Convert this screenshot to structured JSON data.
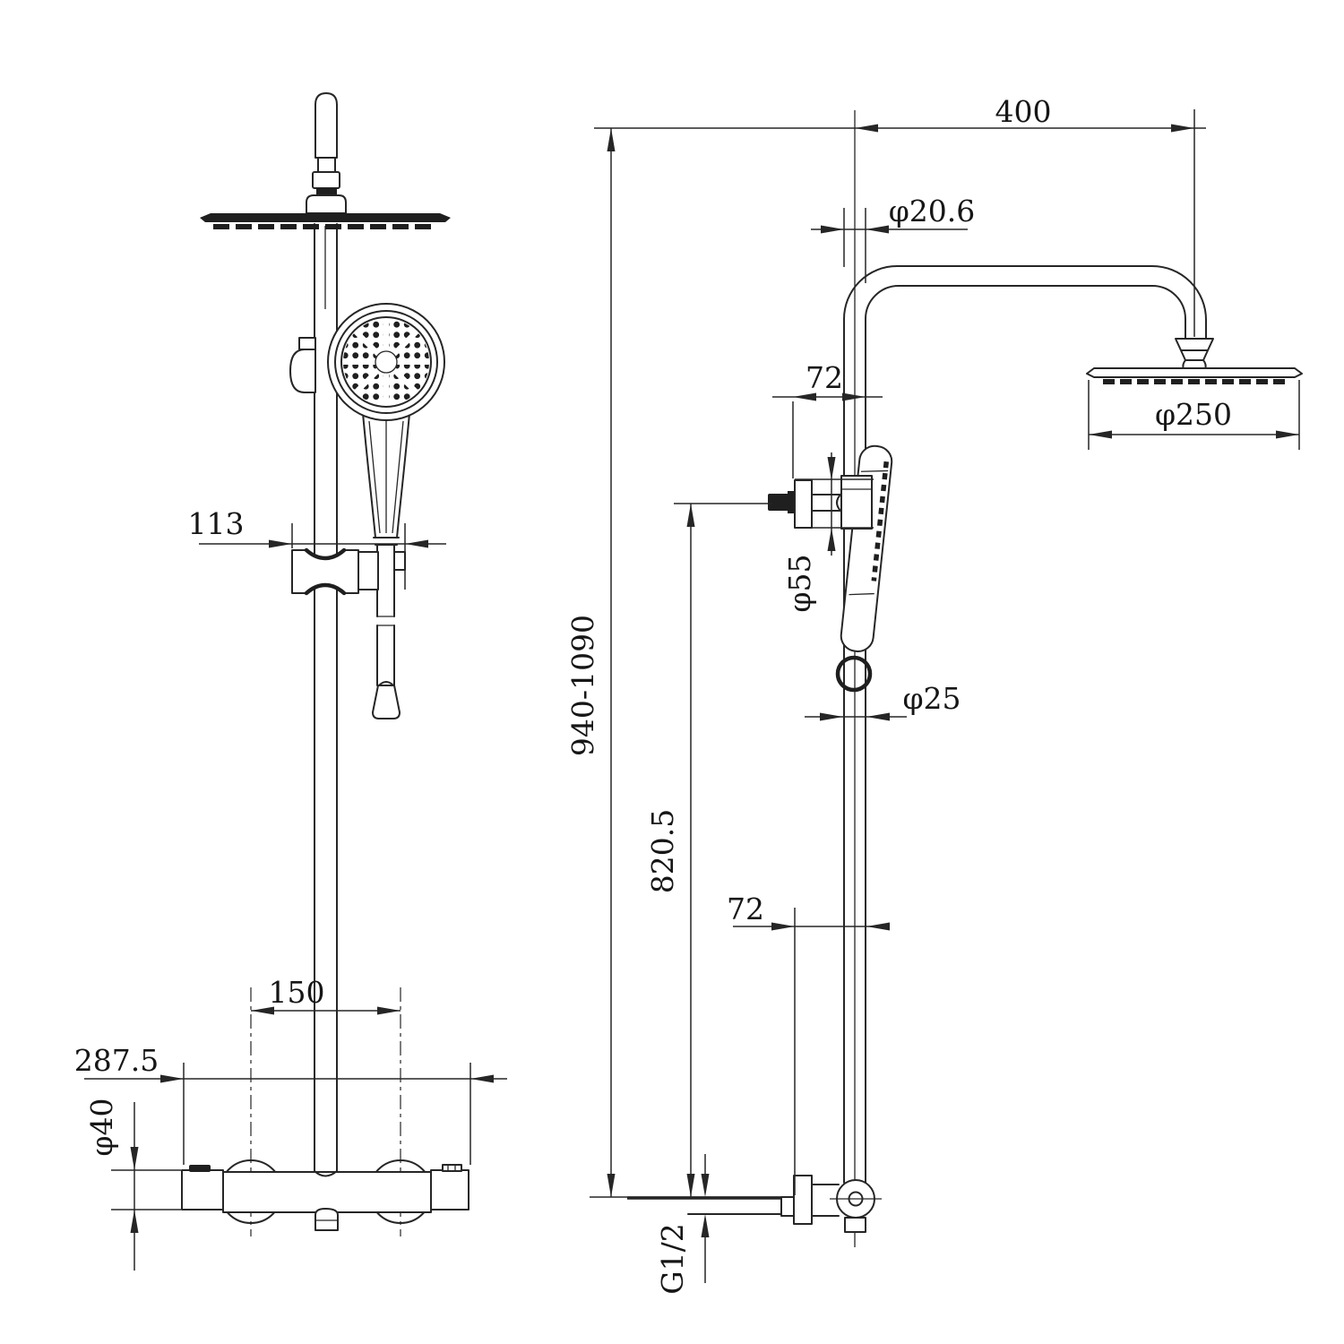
{
  "canvas": {
    "background": "#ffffff",
    "line_color": "#262626",
    "units_implied": "mm"
  },
  "dimensions": {
    "arm_length": {
      "label": "400"
    },
    "upper_pipe_diameter": {
      "label": "φ20.6"
    },
    "wall_offset_top": {
      "label": "72"
    },
    "rain_head_diameter": {
      "label": "φ250"
    },
    "bracket_flange_diameter": {
      "label": "φ55"
    },
    "riser_pipe_diameter": {
      "label": "φ25"
    },
    "riser_height_range": {
      "label": "940-1090"
    },
    "bracket_height": {
      "label": "820.5"
    },
    "wall_offset_bottom": {
      "label": "72"
    },
    "inlet_thread": {
      "label": "G1/2"
    },
    "slider_width": {
      "label": "113"
    },
    "valve_center_distance": {
      "label": "150"
    },
    "mixer_width": {
      "label": "287.5"
    },
    "mixer_body_diameter": {
      "label": "φ40"
    }
  }
}
